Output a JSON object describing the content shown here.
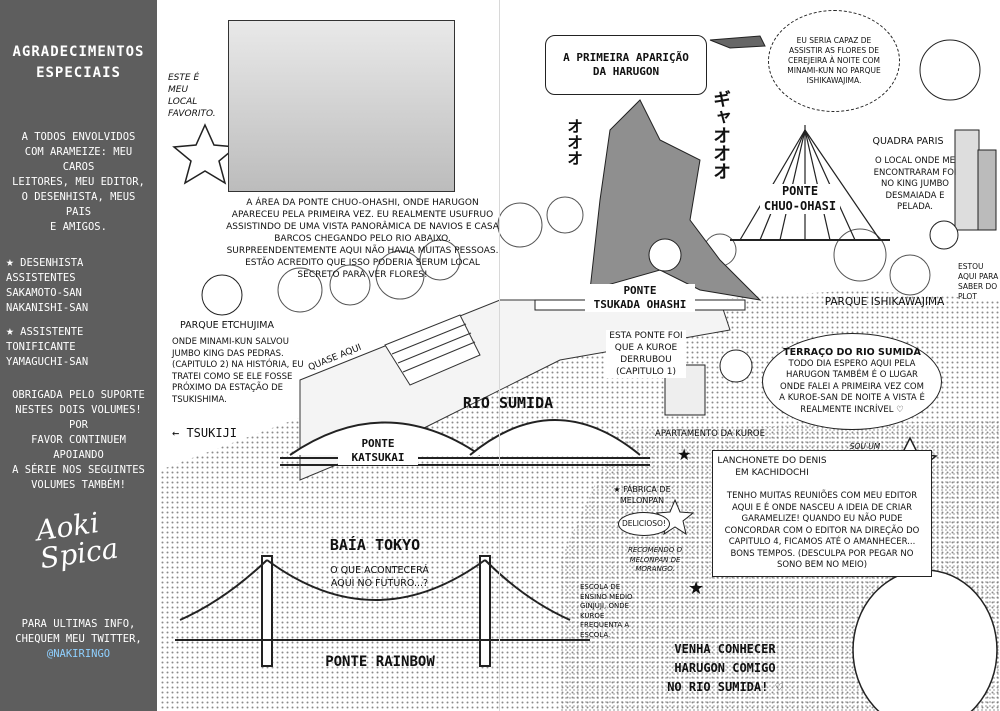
{
  "sidebar": {
    "title_line1": "AGRADECIMENTOS",
    "title_line2": "ESPECIAIS",
    "thanks_lines": [
      "A TODOS ENVOLVIDOS",
      "COM ARAMEIZE: MEU CAROS",
      "LEITORES, MEU EDITOR,",
      "O DESENHISTA, MEUS PAIS",
      "E AMIGOS."
    ],
    "assist1_title": "DESENHISTA ASSISTENTES",
    "assist1_names": [
      "SAKAMOTO-SAN",
      "NAKANISHI-SAN"
    ],
    "assist2_title": "ASSISTENTE TONIFICANTE",
    "assist2_names": [
      "YAMAGUCHI-SAN"
    ],
    "support_lines": [
      "OBRIGADA PELO SUPORTE",
      "NESTES DOIS VOLUMES! POR",
      "FAVOR CONTINUEM APOIANDO",
      "A SÉRIE NOS SEGUINTES",
      "VOLUMES TAMBÉM!"
    ],
    "signature_line1": "Aoki",
    "signature_line2": "Spica",
    "info_lines": [
      "PARA ULTIMAS INFO,",
      "CHEQUEM MEU TWITTER,"
    ],
    "twitter_handle": "@NAKIRINGO"
  },
  "map": {
    "star_caption": "ESTE É MEU LOCAL FAVORITO.",
    "chuo_desc": "A ÁREA DA PONTE CHUO-OHASHI, ONDE HARUGON APARECEU PELA PRIMEIRA VEZ. EU REALMENTE USUFRUO ASSISTINDO DE UMA VISTA PANORÂMICA DE NAVIOS E CASA BARCOS CHEGANDO PELO RIO ABAIXO. SURPREENDENTEMENTE AQUI NÃO HAVIA MUITAS PESSOAS. ESTÃO ACREDITO QUE ISSO PODERIA SERUM LOCAL SECRETO PARA VER FLORES!",
    "parque_etchujima": "PARQUE ETCHUJIMA",
    "etchujima_desc": "ONDE MINAMI-KUN SALVOU JUMBO KING DAS PEDRAS. (CAPITULO 2) NA HISTÓRIA, EU TRATEI COMO SE ELE FOSSE PRÓXIMO DA ESTAÇÃO DE TSUKISHIMA.",
    "quase_aqui": "QUASE AQUI",
    "tsukiji": "← TSUKIJI",
    "rio_sumida": "RIO SUMIDA",
    "ponte_katsukai_1": "PONTE",
    "ponte_katsukai_2": "KATSUKAI",
    "baia_tokyo": "BAÍA TOKYO",
    "baia_sub": "O QUE ACONTECERÁ AQUI NO FUTURO...?",
    "ponte_rainbow": "PONTE RAINBOW",
    "first_appearance_1": "A PRIMEIRA APARIÇÃO",
    "first_appearance_2": "DA HARUGON",
    "roar_sfx": "ギャオオオ",
    "oo_sfx": "オオオ",
    "cherry_bubble": "EU SERIA CAPAZ DE ASSISTIR AS FLORES DE CEREJEIRA À NOITE COM MINAMI-KUN NO PARQUE ISHIKAWAJIMA.",
    "quadra_paris": "QUADRA PARIS",
    "quadra_desc": "O LOCAL ONDE ME ENCONTRARAM FOI NO KING JUMBO DESMAIADA E PELADA.",
    "ponte_chuo_1": "PONTE",
    "ponte_chuo_2": "CHUO-OHASI",
    "ponte_tsukada_1": "PONTE",
    "ponte_tsukada_2": "TSUKADA OHASHI",
    "tsukada_desc": "ESTA PONTE FOI QUE A KUROE DERRUBOU (CAPITULO 1)",
    "parque_ishikawajima": "PARQUE ISHIKAWAJIMA",
    "estou_aqui": "ESTOU AQUI PARA SABER DO PLOT",
    "terraco_title": "TERRAÇO DO RIO SUMIDA",
    "terraco_desc": "TODO DIA ESPERO AQUI PELA HARUGON TAMBÉM É O LUGAR ONDE FALEI A PRIMEIRA VEZ COM A KUROE-SAN DE NOITE A VISTA É REALMENTE INCRÍVEL ♡",
    "apartamento": "APARTAMENTO DA KUROE",
    "benfeitor": "SOU UM BENFEITOR FREQUENTE",
    "lanchonete_title": "LANCHONETE DO DENIS EM KACHIDOCHI",
    "lanchonete_desc": "TENHO MUITAS REUNIÕES COM MEU EDITOR AQUI E É ONDE NASCEU A IDEIA DE CRIAR GARAMELIZE! QUANDO EU NÃO PUDE CONCORDAR COM O EDITOR NA DIREÇÃO DO CAPITULO 4, FICAMOS ATÉ O AMANHECER... BONS TEMPOS. (DESCULPA POR PEGAR NO SONO BEM NO MEIO)",
    "fabrica": "★ FÁBRICA DE MELONPAN",
    "delicioso": "DELICIOSO!",
    "recomendo": "RECOMENDO O MELONPAN DE MORANGO.",
    "escola": "ESCOLA DE ENSINO MÉDIO GINJUJI, ONDE KUROE FREQUENTA A ESCOLA.",
    "venha_1": "VENHA CONHECER",
    "venha_2": "HARUGON COMIGO",
    "venha_3": "NO RIO SUMIDA! ♡"
  }
}
